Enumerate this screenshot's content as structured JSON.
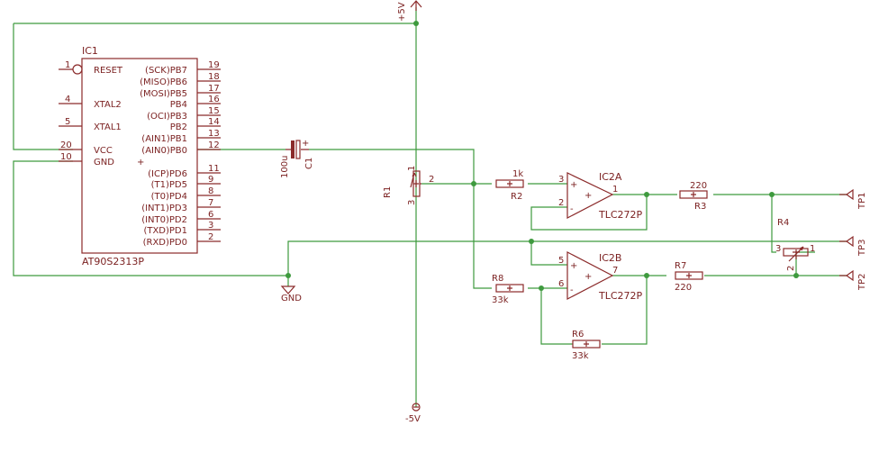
{
  "ic1": {
    "name": "IC1",
    "value": "AT90S2313P",
    "left_pins": [
      {
        "num": "1",
        "name": "RESET"
      },
      {
        "num": "4",
        "name": "XTAL2"
      },
      {
        "num": "5",
        "name": "XTAL1"
      },
      {
        "num": "20",
        "name": "VCC"
      },
      {
        "num": "10",
        "name": "GND"
      }
    ],
    "right_pins": [
      {
        "num": "19",
        "name": "(SCK)PB7"
      },
      {
        "num": "18",
        "name": "(MISO)PB6"
      },
      {
        "num": "17",
        "name": "(MOSI)PB5"
      },
      {
        "num": "16",
        "name": "PB4"
      },
      {
        "num": "15",
        "name": "(OCI)PB3"
      },
      {
        "num": "14",
        "name": "PB2"
      },
      {
        "num": "13",
        "name": "(AIN1)PB1"
      },
      {
        "num": "12",
        "name": "(AIN0)PB0"
      },
      {
        "num": "11",
        "name": "(ICP)PD6"
      },
      {
        "num": "9",
        "name": "(T1)PD5"
      },
      {
        "num": "8",
        "name": "(T0)PD4"
      },
      {
        "num": "7",
        "name": "(INT1)PD3"
      },
      {
        "num": "6",
        "name": "(INT0)PD2"
      },
      {
        "num": "3",
        "name": "(TXD)PD1"
      },
      {
        "num": "2",
        "name": "(RXD)PD0"
      }
    ]
  },
  "power": {
    "pos": "+5V",
    "neg": "-5V",
    "gnd": "GND"
  },
  "c1": {
    "name": "C1",
    "value": "100u"
  },
  "r1": {
    "name": "R1",
    "pin1": "1",
    "pin2": "2",
    "pin3": "3"
  },
  "r2": {
    "name": "R2",
    "value": "1k"
  },
  "r3": {
    "name": "R3",
    "value": "220"
  },
  "r4": {
    "name": "R4",
    "pin1": "1",
    "pin2": "2",
    "pin3": "3"
  },
  "r6": {
    "name": "R6",
    "value": "33k"
  },
  "r7": {
    "name": "R7",
    "value": "220"
  },
  "r8": {
    "name": "R8",
    "value": "33k"
  },
  "ic2a": {
    "name": "IC2A",
    "value": "TLC272P",
    "pin_plus": "3",
    "pin_minus": "2",
    "pin_out": "1"
  },
  "ic2b": {
    "name": "IC2B",
    "value": "TLC272P",
    "pin_plus": "5",
    "pin_minus": "6",
    "pin_out": "7"
  },
  "testpoints": {
    "tp1": "TP1",
    "tp2": "TP2",
    "tp3": "TP3"
  },
  "colors": {
    "wire": "#3e9a3e",
    "part": "#8b2a2a",
    "text": "#7a1f1f",
    "background": "#ffffff"
  }
}
